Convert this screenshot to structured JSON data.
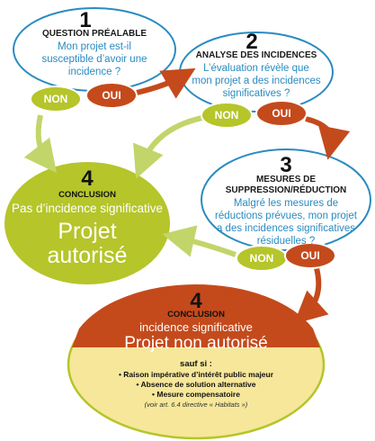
{
  "colors": {
    "blue": "#2a8bc0",
    "green": "#b5c52a",
    "green_pale": "#eef0c6",
    "orange": "#c44a1c",
    "orange_pale": "#f6e79a",
    "arrow_green": "#c2d56a",
    "arrow_orange": "#c44a1c"
  },
  "step1": {
    "number": "1",
    "title": "QUESTION PRÉALABLE",
    "text1": "Mon projet est-il",
    "text2": "susceptible d’avoir une",
    "text3": "incidence ?"
  },
  "step2": {
    "number": "2",
    "title": "ANALYSE DES INCIDENCES",
    "text1": "L’évaluation révèle que",
    "text2": "mon projet a des incidences",
    "text3": "significatives ?"
  },
  "step3": {
    "number": "3",
    "title1": "MESURES DE",
    "title2": "SUPPRESSION/RÉDUCTION",
    "text1": "Malgré les mesures de",
    "text2": "réductions prévues, mon projet",
    "text3": "a des incidences significatives",
    "text4": "résiduelles ?"
  },
  "answers": {
    "non": "NON",
    "oui": "OUI"
  },
  "conclusion_ok": {
    "number": "4",
    "title": "CONCLUSION",
    "subtitle": "Pas d’incidence significative",
    "result1": "Projet",
    "result2": "autorisé"
  },
  "conclusion_ko": {
    "number": "4",
    "title": "CONCLUSION",
    "subtitle": "incidence significative",
    "result": "Projet non autorisé",
    "exception_intro": "sauf si :",
    "exception1": "• Raison impérative d’intérêt public majeur",
    "exception2": "• Absence de solution alternative",
    "exception3": "• Mesure compensatoire",
    "reference": "(voir art. 6.4 directive « Habitats »)"
  }
}
